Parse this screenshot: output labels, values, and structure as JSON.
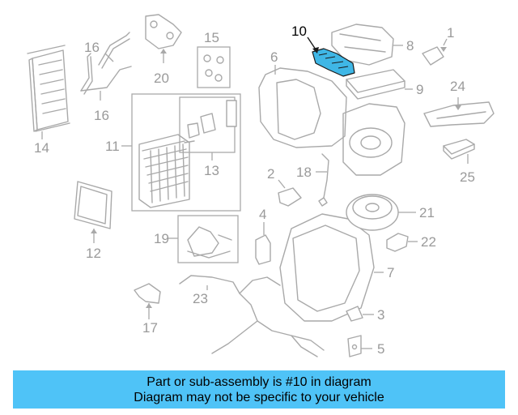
{
  "diagram": {
    "highlight_color": "#3fb7e6",
    "callouts": [
      {
        "id": "1",
        "label": "1"
      },
      {
        "id": "2",
        "label": "2"
      },
      {
        "id": "3",
        "label": "3"
      },
      {
        "id": "4",
        "label": "4"
      },
      {
        "id": "5",
        "label": "5"
      },
      {
        "id": "6",
        "label": "6"
      },
      {
        "id": "7",
        "label": "7"
      },
      {
        "id": "8",
        "label": "8"
      },
      {
        "id": "9",
        "label": "9"
      },
      {
        "id": "10",
        "label": "10",
        "highlighted": true
      },
      {
        "id": "11",
        "label": "11"
      },
      {
        "id": "12",
        "label": "12"
      },
      {
        "id": "13",
        "label": "13"
      },
      {
        "id": "14",
        "label": "14"
      },
      {
        "id": "15",
        "label": "15"
      },
      {
        "id": "16a",
        "label": "16"
      },
      {
        "id": "16b",
        "label": "16"
      },
      {
        "id": "17",
        "label": "17"
      },
      {
        "id": "18",
        "label": "18"
      },
      {
        "id": "19",
        "label": "19"
      },
      {
        "id": "20",
        "label": "20"
      },
      {
        "id": "21",
        "label": "21"
      },
      {
        "id": "22",
        "label": "22"
      },
      {
        "id": "23",
        "label": "23"
      },
      {
        "id": "24",
        "label": "24"
      },
      {
        "id": "25",
        "label": "25"
      }
    ]
  },
  "banner": {
    "background": "#4fc3f7",
    "line1": "Part or sub-assembly is #10 in diagram",
    "line2": "Diagram may not be specific to your vehicle"
  }
}
